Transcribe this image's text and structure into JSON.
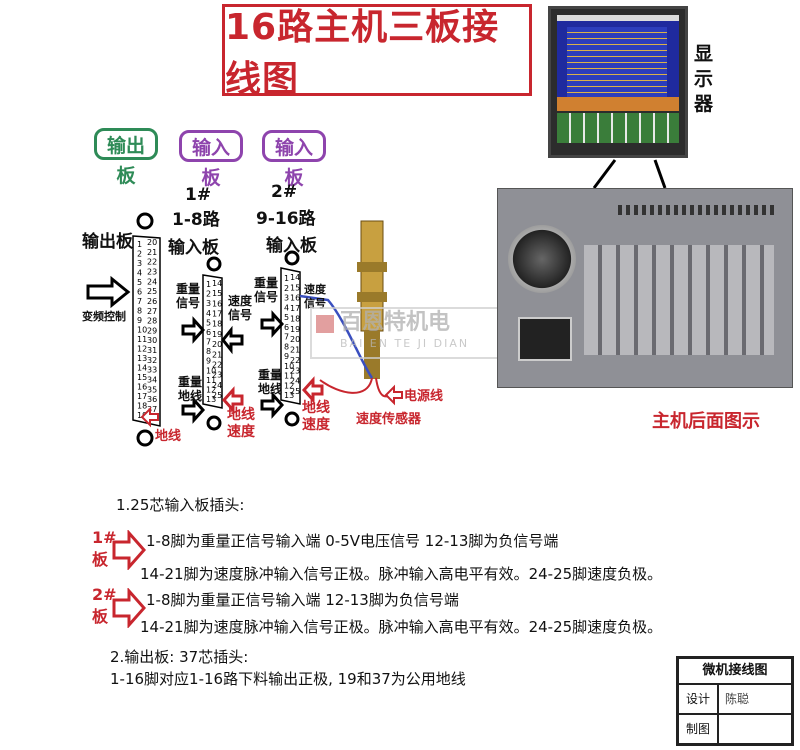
{
  "title": "16路主机三板接线图",
  "boards": {
    "output_label": "输出板",
    "input1_label": "输入板",
    "input2_label": "输入板"
  },
  "colors": {
    "title_red": "#c8262e",
    "green": "#2e8b57",
    "purple": "#8e44ad",
    "note_red": "#c8262e"
  },
  "board1": {
    "num": "1#",
    "range": "1-8路",
    "name": "输入板",
    "weight_signal": "重量\n信号",
    "weight_ground": "重量\n地线",
    "speed_signal": "速度\n信号",
    "ground_speed": "地线\n速度"
  },
  "board2": {
    "num": "2#",
    "range": "9-16路",
    "name": "输入板",
    "weight_signal": "重量\n信号",
    "weight_ground": "重量\n地线",
    "speed_signal": "速度\n信号",
    "ground_speed": "地线\n速度"
  },
  "output_board": {
    "name": "输出板",
    "vfd": "变频控制",
    "ground": "地线",
    "pins_left": [
      "1",
      "2",
      "3",
      "4",
      "5",
      "6",
      "7",
      "8",
      "9",
      "10",
      "11",
      "12",
      "13",
      "14",
      "15",
      "16",
      "17",
      "18",
      "19"
    ],
    "pins_right": [
      "20",
      "21",
      "22",
      "23",
      "24",
      "25",
      "26",
      "27",
      "28",
      "29",
      "30",
      "31",
      "32",
      "33",
      "34",
      "35",
      "36",
      "37"
    ]
  },
  "db25": {
    "pins_left": [
      "1",
      "2",
      "3",
      "4",
      "5",
      "6",
      "7",
      "8",
      "9",
      "10",
      "11",
      "12",
      "13"
    ],
    "pins_right": [
      "14",
      "15",
      "16",
      "17",
      "18",
      "19",
      "20",
      "21",
      "22",
      "23",
      "24",
      "25"
    ]
  },
  "sensor": {
    "power": "电源线",
    "name": "速度传感器"
  },
  "watermark": {
    "cn": "百恩特机电",
    "en": "BAI EN TE JI DIAN"
  },
  "monitor_label": "显\n示\n器",
  "host_back_label": "主机后面图示",
  "notes": {
    "heading1": "1.25芯输入板插头:",
    "board1_tag": "1#\n板",
    "board1_line1": "1-8脚为重量正信号输入端 0-5V电压信号  12-13脚为负信号端",
    "board1_line2": "14-21脚为速度脉冲输入信号正极。脉冲输入高电平有效。24-25脚速度负极。",
    "board2_tag": "2#\n板",
    "board2_line1": "1-8脚为重量正信号输入端  12-13脚为负信号端",
    "board2_line2": "14-21脚为速度脉冲输入信号正极。脉冲输入高电平有效。24-25脚速度负极。",
    "heading2": "2.输出板: 37芯插头:",
    "output_line": "1-16脚对应1-16路下料输出正极,    19和37为公用地线"
  },
  "title_block": {
    "title": "微机接线图",
    "design_label": "设计",
    "designer": "陈聪",
    "draw_label": "制图"
  }
}
